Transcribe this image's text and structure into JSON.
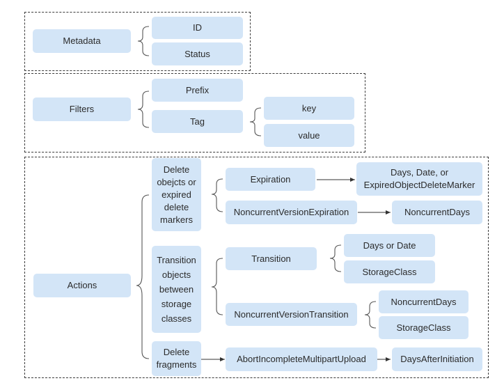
{
  "metadata": {
    "label": "Metadata",
    "children": [
      "ID",
      "Status"
    ]
  },
  "filters": {
    "label": "Filters",
    "prefix": "Prefix",
    "tag": "Tag",
    "tag_children": [
      "key",
      "value"
    ]
  },
  "actions": {
    "label": "Actions",
    "delete": {
      "label": "Delete\nobejcts or\nexpired\ndelete\nmarkers",
      "expiration": "Expiration",
      "expiration_params": "Days, Date, or\nExpiredObjectDeleteMarker",
      "noncurrent_expiration": "NoncurrentVersionExpiration",
      "noncurrent_expiration_params": "NoncurrentDays"
    },
    "transition": {
      "label": "Transition\nobjects\nbetween\nstorage\nclasses",
      "transition": "Transition",
      "transition_params": [
        "Days or Date",
        "StorageClass"
      ],
      "noncurrent_transition": "NoncurrentVersionTransition",
      "noncurrent_transition_params": [
        "NoncurrentDays",
        "StorageClass"
      ]
    },
    "fragments": {
      "label": "Delete\nfragments",
      "abort": "AbortIncompleteMultipartUpload",
      "abort_params": "DaysAfterInitiation"
    }
  },
  "colors": {
    "box_fill": "#d3e5f7",
    "line": "#333333"
  }
}
